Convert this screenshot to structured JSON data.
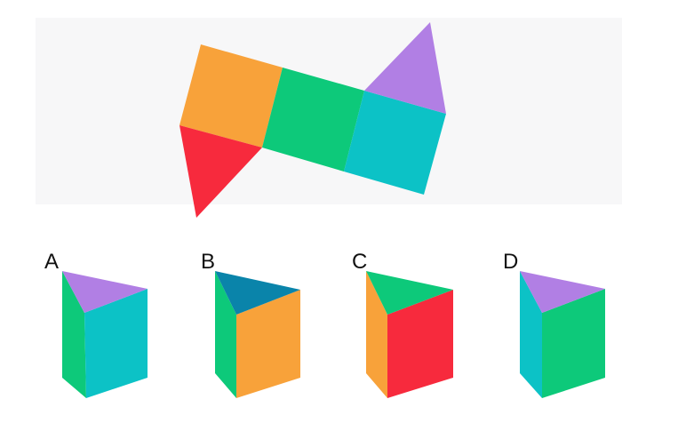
{
  "colors": {
    "orange": "#F8A23A",
    "green": "#0DC97A",
    "cyan": "#0CC2C6",
    "purple": "#B17FE4",
    "red": "#F72A3D",
    "blue": "#0A84AA",
    "background": "#F7F7F8"
  },
  "net": {
    "faces": [
      "orange",
      "green",
      "cyan",
      "purple",
      "red"
    ]
  },
  "options": [
    {
      "label": "A",
      "top": "purple",
      "left": "green",
      "right": "cyan"
    },
    {
      "label": "B",
      "top": "blue",
      "left": "green",
      "right": "orange"
    },
    {
      "label": "C",
      "top": "green",
      "left": "orange",
      "right": "red"
    },
    {
      "label": "D",
      "top": "purple",
      "left": "cyan",
      "right": "green"
    }
  ]
}
